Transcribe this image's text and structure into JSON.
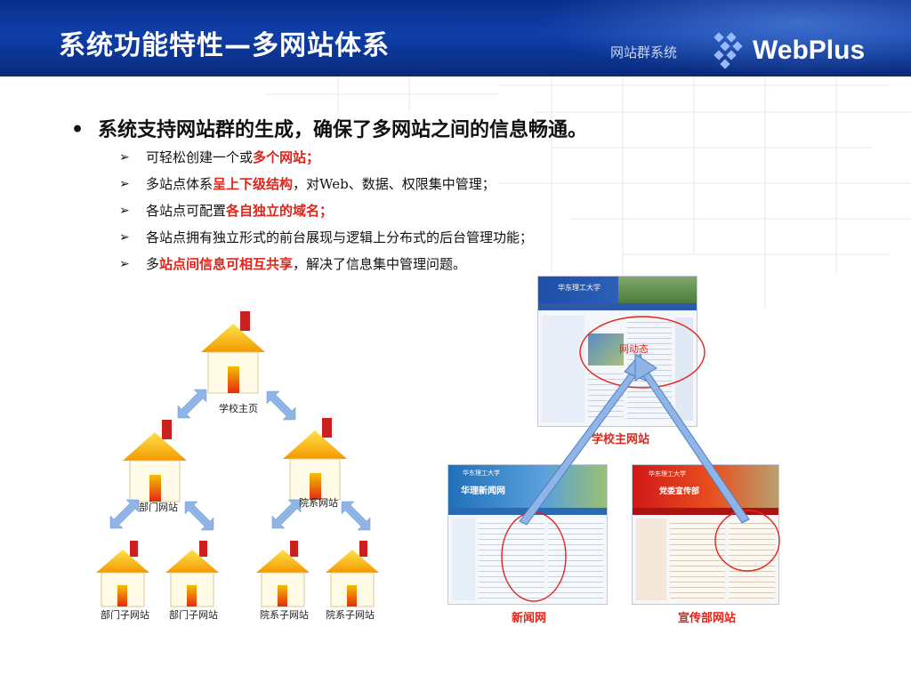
{
  "header": {
    "title": "系统功能特性—多网站体系",
    "subtitle": "网站群系统",
    "brand": "WebPlus"
  },
  "main_bullet": "系统支持网站群的生成，确保了多网站之间的信息畅通。",
  "sub_bullets": [
    {
      "pre": "可轻松创建一个或",
      "hl": "多个网站；",
      "post": ""
    },
    {
      "pre": "多站点体系",
      "hl": "呈上下级结构",
      "post": "，对Web、数据、权限集中管理；"
    },
    {
      "pre": "各站点可配置",
      "hl": "各自独立的域名；",
      "post": ""
    },
    {
      "pre": "各站点拥有独立形式的前台展现与逻辑上分布式的后台管理功能；",
      "hl": "",
      "post": ""
    },
    {
      "pre": "多",
      "hl": "站点间信息可相互共享",
      "post": "，解决了信息集中管理问题。"
    }
  ],
  "diagram": {
    "root": "学校主页",
    "level2": [
      "部门网站",
      "院系网站"
    ],
    "level3": [
      "部门子网站",
      "部门子网站",
      "院系子网站",
      "院系子网站"
    ]
  },
  "screenshots": {
    "main_site": {
      "label": "学校主网站",
      "overlay": "网动态",
      "university": "华东理工大学"
    },
    "news_site": {
      "label": "新闻网",
      "banner": "华理新闻网",
      "university": "华东理工大学"
    },
    "propaganda_site": {
      "label": "宣传部网站",
      "banner": "党委宣传部",
      "university": "华东理工大学"
    }
  },
  "colors": {
    "header": "#0e3fa8",
    "highlight": "#e0241b",
    "arrow": "#8fb4e6",
    "roof": "#f5c400",
    "chimney": "#cc1f1f"
  }
}
